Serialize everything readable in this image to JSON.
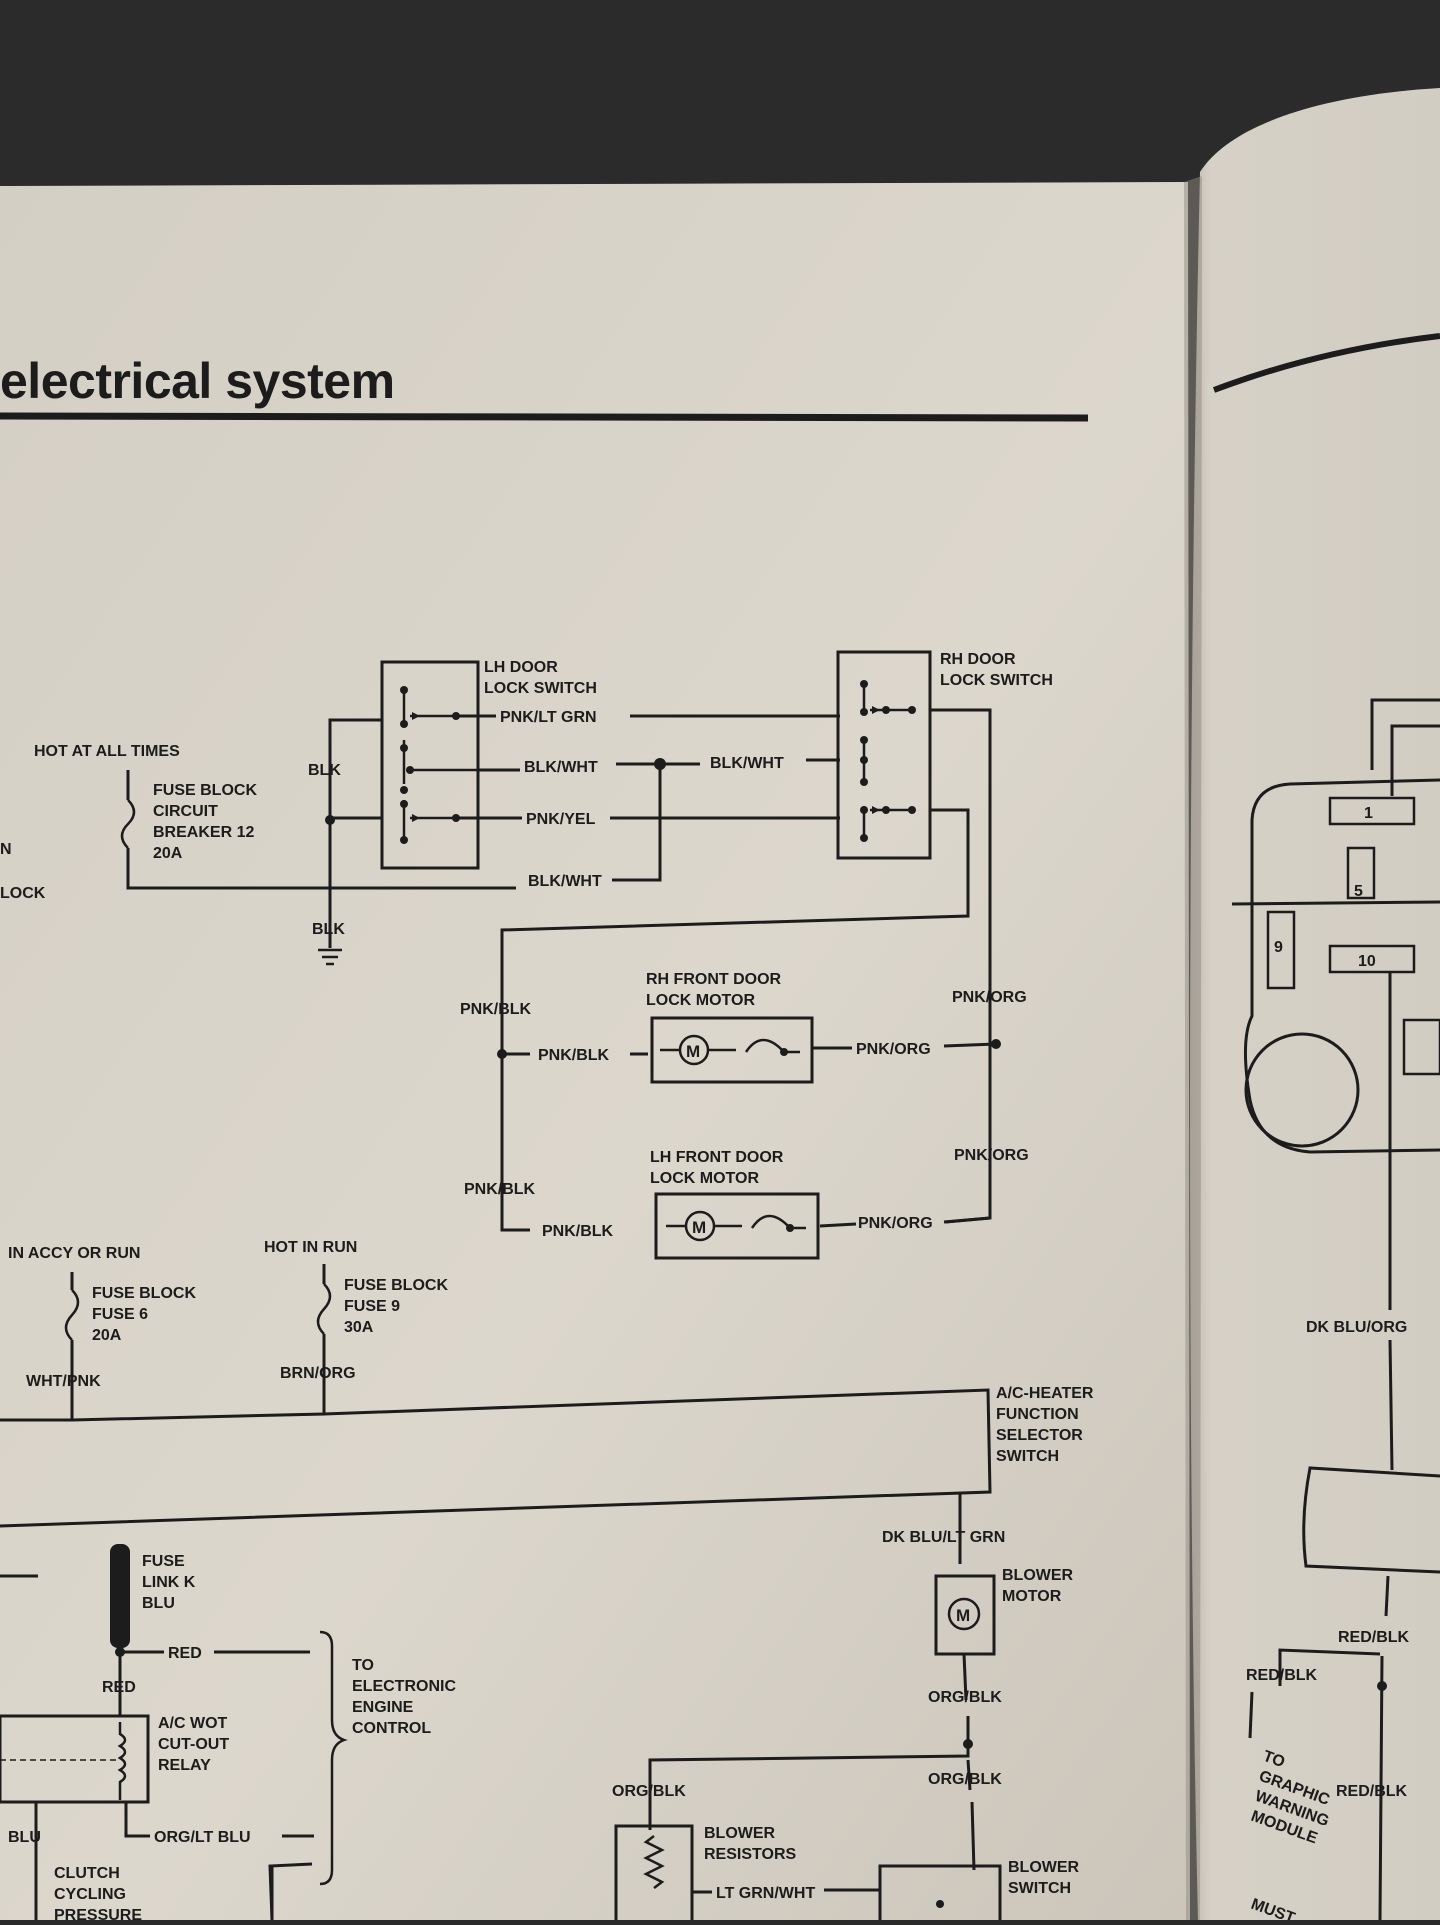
{
  "header": {
    "title": "electrical system"
  },
  "components": {
    "lh_door_lock_switch": [
      "LH DOOR",
      "LOCK SWITCH"
    ],
    "rh_door_lock_switch": [
      "RH DOOR",
      "LOCK SWITCH"
    ],
    "hot_at_all_times": "HOT AT ALL TIMES",
    "fuse_block_cb12": [
      "FUSE BLOCK",
      "CIRCUIT",
      "BREAKER 12",
      "20A"
    ],
    "rh_front_door_lock_motor": [
      "RH FRONT DOOR",
      "LOCK MOTOR"
    ],
    "lh_front_door_lock_motor": [
      "LH FRONT DOOR",
      "LOCK MOTOR"
    ],
    "in_accy_or_run": "IN ACCY OR RUN",
    "hot_in_run": "HOT IN RUN",
    "fuse_block_fuse6": [
      "FUSE BLOCK",
      "FUSE 6",
      "20A"
    ],
    "fuse_block_fuse9": [
      "FUSE BLOCK",
      "FUSE 9",
      "30A"
    ],
    "ac_heater_switch": [
      "A/C-HEATER",
      "FUNCTION",
      "SELECTOR",
      "SWITCH"
    ],
    "fuse_link_k": [
      "FUSE",
      "LINK K",
      "BLU"
    ],
    "blower_motor": [
      "BLOWER",
      "MOTOR"
    ],
    "to_eec": [
      "TO",
      "ELECTRONIC",
      "ENGINE",
      "CONTROL"
    ],
    "ac_wot_relay": [
      "A/C WOT",
      "CUT-OUT",
      "RELAY"
    ],
    "blower_resistors": [
      "BLOWER",
      "RESISTORS"
    ],
    "blower_switch": [
      "BLOWER",
      "SWITCH"
    ],
    "clutch_cycling": [
      "CLUTCH",
      "CYCLING",
      "PRESSURE"
    ],
    "to_graphic_warning": [
      "TO",
      "GRAPHIC",
      "WARNING",
      "MODULE"
    ],
    "motor_symbol": "M",
    "left_cut": [
      "N",
      "LOCK"
    ],
    "right_cut": "MUST"
  },
  "wires": {
    "pnk_lt_grn": "PNK/LT GRN",
    "blk": "BLK",
    "blk_wht": "BLK/WHT",
    "pnk_yel": "PNK/YEL",
    "pnk_blk": "PNK/BLK",
    "pnk_org": "PNK/ORG",
    "wht_pnk": "WHT/PNK",
    "brn_org": "BRN/ORG",
    "dk_blu_lt_grn": "DK BLU/LT GRN",
    "red": "RED",
    "org_blk": "ORG/BLK",
    "blu": "BLU",
    "org_lt_blu": "ORG/LT BLU",
    "lt_grn_wht": "LT GRN/WHT",
    "dk_blu_org": "DK BLU/ORG",
    "red_blk": "RED/BLK"
  },
  "fuse_panel": {
    "slots": [
      "1",
      "5",
      "9",
      "10"
    ]
  },
  "colors": {
    "paper": "#d9d4ca",
    "ink": "#1c1c1c",
    "background": "#2a2a2a"
  }
}
